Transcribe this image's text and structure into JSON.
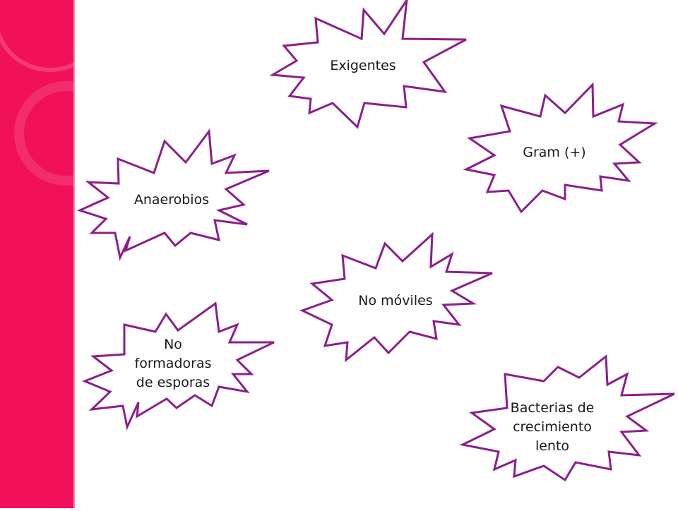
{
  "colors": {
    "sidebar": "#f0115a",
    "star_stroke": "#8c1f8a",
    "star_fill": "#ffffff",
    "text": "#1a1a1a"
  },
  "bursts": [
    {
      "id": "exigentes",
      "label": "Exigentes"
    },
    {
      "id": "gram-positive",
      "label": "Gram (+)"
    },
    {
      "id": "anaerobios",
      "label": "Anaerobios"
    },
    {
      "id": "no-moviles",
      "label": "No móviles"
    },
    {
      "id": "no-formadoras",
      "label": "No formadoras de esporas"
    },
    {
      "id": "crecimiento-lento",
      "label": "Bacterias de crecimiento lento"
    }
  ]
}
